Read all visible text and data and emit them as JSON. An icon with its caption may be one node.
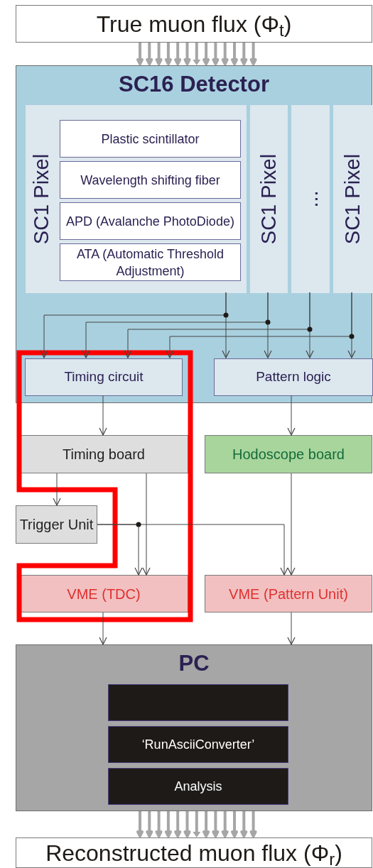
{
  "diagram": {
    "nodes": [
      {
        "text": [
          "True muon flux (Φ$_{t}$)"
        ]
      },
      {
        "text": [
          "SC16 Detector"
        ]
      },
      {
        "text": [
          "SC1 Pixel"
        ],
        "in": 1
      },
      {
        "text": [
          "Plastic scintillator"
        ],
        "in": 2
      },
      {
        "text": [
          "Wavelength shifting fiber"
        ],
        "in": 2
      },
      {
        "text": [
          "APD (Avalanche PhotoDiode)"
        ],
        "in": 2
      },
      {
        "text": [
          "ATA (Automatic Threshold Adjustment)"
        ],
        "in": 2
      },
      {
        "text": [
          "SC1 Pixel"
        ],
        "in": 1
      },
      {
        "text": [
          "..."
        ],
        "in": 1
      },
      {
        "text": [
          "SC1 Pixel"
        ],
        "in": 1
      },
      {
        "text": [
          "Timing circuit"
        ],
        "in": 1
      },
      {
        "text": [
          "Pattern logic"
        ],
        "in": 1
      },
      {
        "text": [
          "Timing board"
        ]
      },
      {
        "text": [
          "Hodoscope board"
        ]
      },
      {
        "text": [
          "Trigger Unit"
        ]
      },
      {
        "text": [
          "VME (TDC)"
        ]
      },
      {
        "text": [
          "VME (Pattern Unit)"
        ]
      },
      {
        "text": [
          "PC"
        ]
      },
      {
        "text": [],
        "shape": "box",
        "in": 17
      },
      {
        "text": [
          "‘RunAsciiConverter’"
        ],
        "in": 17
      },
      {
        "text": [
          "Analysis"
        ],
        "in": 17
      },
      {
        "text": [
          "Reconstructed muon flux (Φ$_{r}$)"
        ]
      }
    ],
    "edges": [
      {
        "from": 0,
        "to": 1,
        "arrow": "to",
        "style": "thick",
        "color": "#a6a6a6"
      },
      {
        "from": 2,
        "to": 10,
        "arrow": "to"
      },
      {
        "from": 2,
        "to": 11,
        "arrow": "to"
      },
      {
        "from": 7,
        "to": 10,
        "arrow": "to"
      },
      {
        "from": 7,
        "to": 11,
        "arrow": "to"
      },
      {
        "from": 8,
        "to": 10,
        "arrow": "to"
      },
      {
        "from": 8,
        "to": 11,
        "arrow": "to"
      },
      {
        "from": 9,
        "to": 10,
        "arrow": "to"
      },
      {
        "from": 9,
        "to": 11,
        "arrow": "to"
      },
      {
        "from": 10,
        "to": 12,
        "arrow": "to"
      },
      {
        "from": 11,
        "to": 13,
        "arrow": "to"
      },
      {
        "from": 12,
        "to": 14,
        "arrow": "to"
      },
      {
        "from": 12,
        "to": 15,
        "arrow": "to"
      },
      {
        "from": 14,
        "to": 15,
        "arrow": "to"
      },
      {
        "from": 14,
        "to": 16,
        "arrow": "to"
      },
      {
        "from": 13,
        "to": 16,
        "arrow": "to"
      },
      {
        "from": 15,
        "to": 17,
        "arrow": "to"
      },
      {
        "from": 16,
        "to": 17,
        "arrow": "to"
      },
      {
        "from": 17,
        "to": 21,
        "arrow": "to",
        "style": "thick",
        "color": "#a6a6a6"
      }
    ]
  }
}
